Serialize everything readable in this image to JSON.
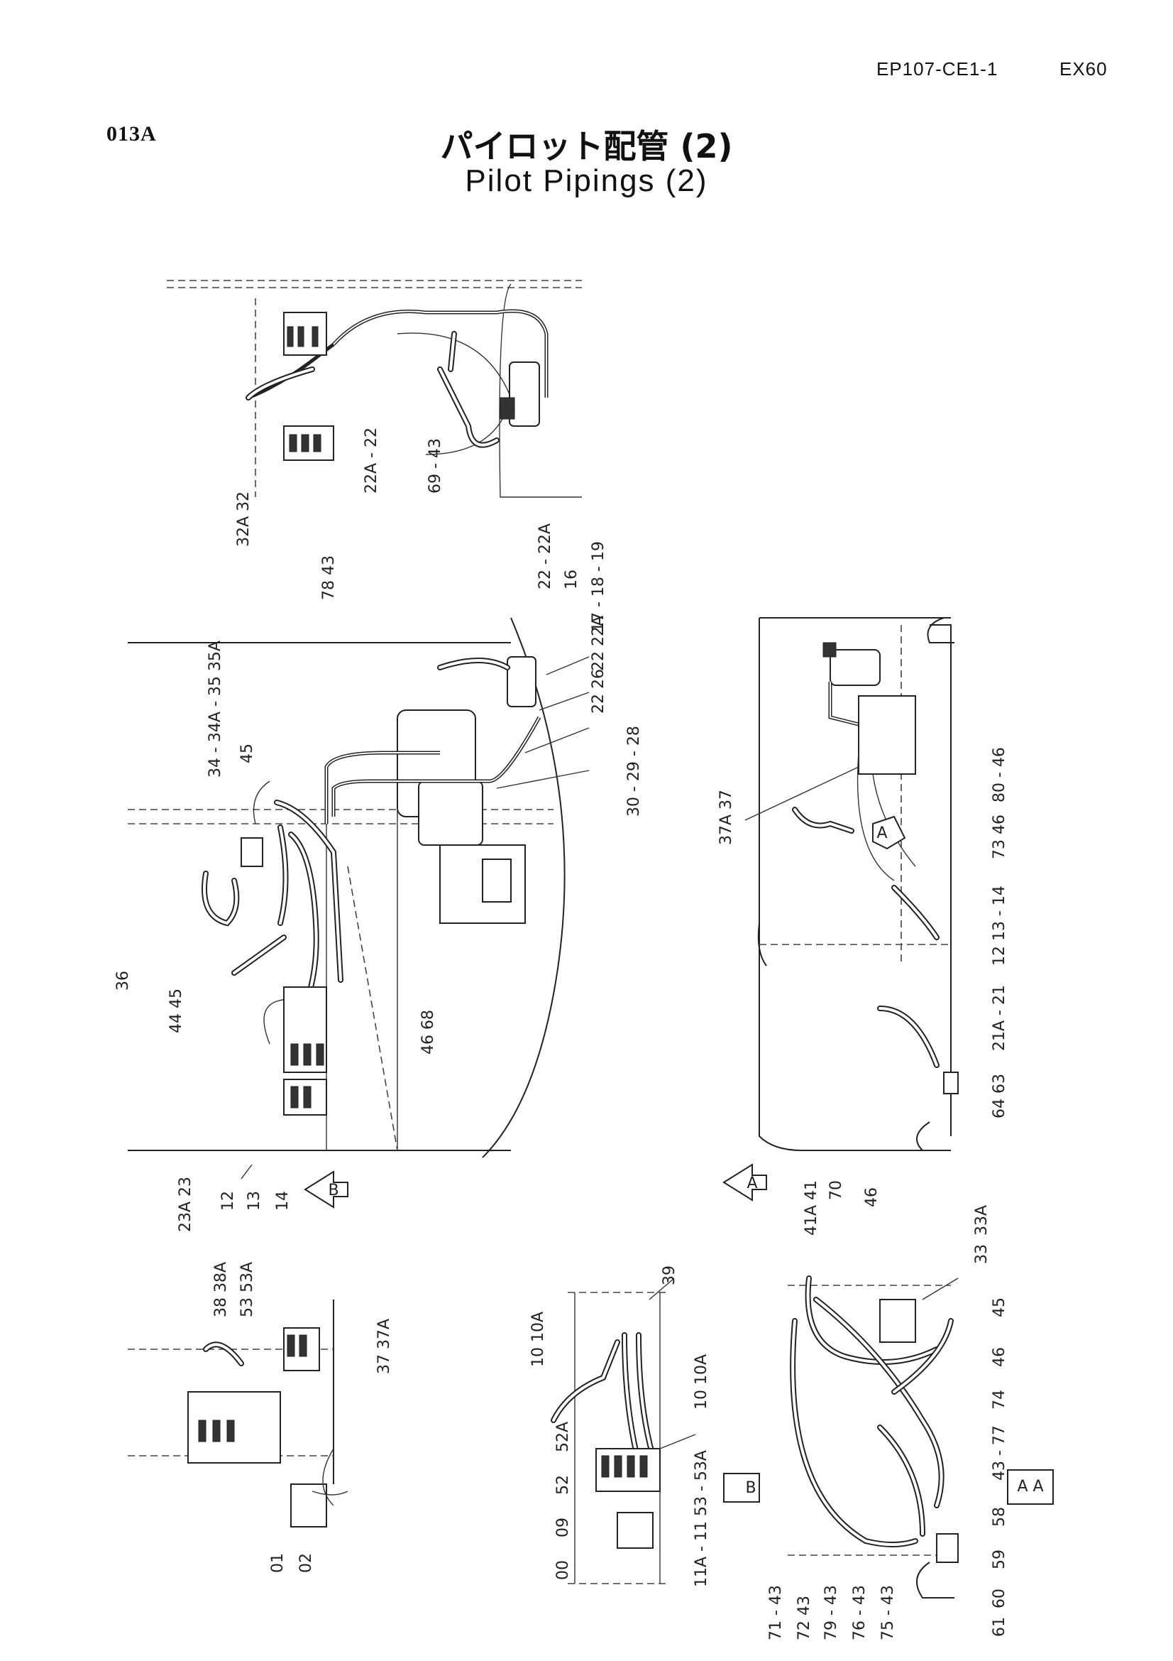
{
  "header": {
    "doc_number": "EP107-CE1-1",
    "model": "EX60",
    "page_id": "013A",
    "title_jp": "パイロット配管 (2)",
    "title_en": "Pilot Pipings (2)"
  },
  "views": {
    "view_a_marker": "A",
    "view_b_marker": "B",
    "section_a_label": "A A",
    "section_b_label": "B"
  },
  "callouts": [
    "32A 32",
    "22A - 22",
    "69 - 43",
    "78 43",
    "22 - 22A",
    "16",
    "17 - 18 - 19",
    "34 - 34A - 35 35A",
    "45",
    "22 22A",
    "22 26",
    "30 - 29 - 28",
    "36",
    "44 45",
    "46 68",
    "23A 23",
    "12",
    "13",
    "14",
    "37A 37",
    "80 - 46",
    "73 46",
    "12 13 - 14",
    "21A - 21",
    "64 63",
    "41A 41",
    "70",
    "46",
    "33A",
    "33",
    "45",
    "46",
    "74",
    "43 - 77",
    "58",
    "59",
    "60",
    "61",
    "38 38A",
    "53 53A",
    "37 37A",
    "01",
    "02",
    "39",
    "10 10A",
    "10 10A",
    "52A",
    "52",
    "09",
    "00",
    "53 - 53A",
    "11A - 11",
    "71 - 43",
    "72 43",
    "79 - 43",
    "76 - 43",
    "75 - 43"
  ]
}
